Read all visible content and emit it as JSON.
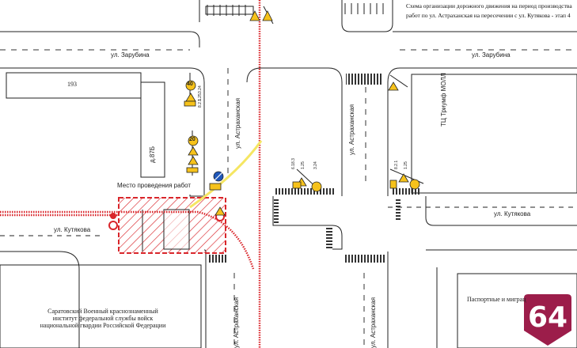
{
  "title": {
    "line1": "Схема организации дорожного движения на период производства",
    "line2": "работ по ул. Астраханская на пересечении с ул. Кутякова - этап 4"
  },
  "streets": {
    "zarubina_left": "ул. Зарубина",
    "zarubina_right": "ул. Зарубина",
    "kutyakova_left": "ул. Кутякова",
    "kutyakova_right": "ул. Кутякова",
    "astrakhanskaya_top": "ул. Астраханская",
    "astrakhanskaya_mid": "ул. Астраханская",
    "astrakhanskaya_bottom_left": "ул. Астраханская",
    "astrakhanskaya_bottom_right": "ул. Астраханская"
  },
  "buildings": {
    "b193": "193",
    "b87b": "д.87Б",
    "mall": "ТЦ Триумф МОЛЛ",
    "institute": "Саратовский Военный краснознаменный институт федеральной службы войск национальной гвардии Российской Федерации",
    "passport": "Паспортные и миграц"
  },
  "work_area_label": "Место проведения работ",
  "signs": {
    "speed_limit": "40",
    "speed_limit_2": "20",
    "sign_codes": [
      "3.24",
      "1.25",
      "8.2.1",
      "6.18.3",
      "1.25",
      "3.24",
      "1.25",
      "8.2.1"
    ]
  },
  "colors": {
    "work_zone": "#d9262b",
    "detour": "#f5e663",
    "sign_yellow": "#f6c21b",
    "badge": "#9c1d4a"
  },
  "badge": {
    "number": "64"
  }
}
